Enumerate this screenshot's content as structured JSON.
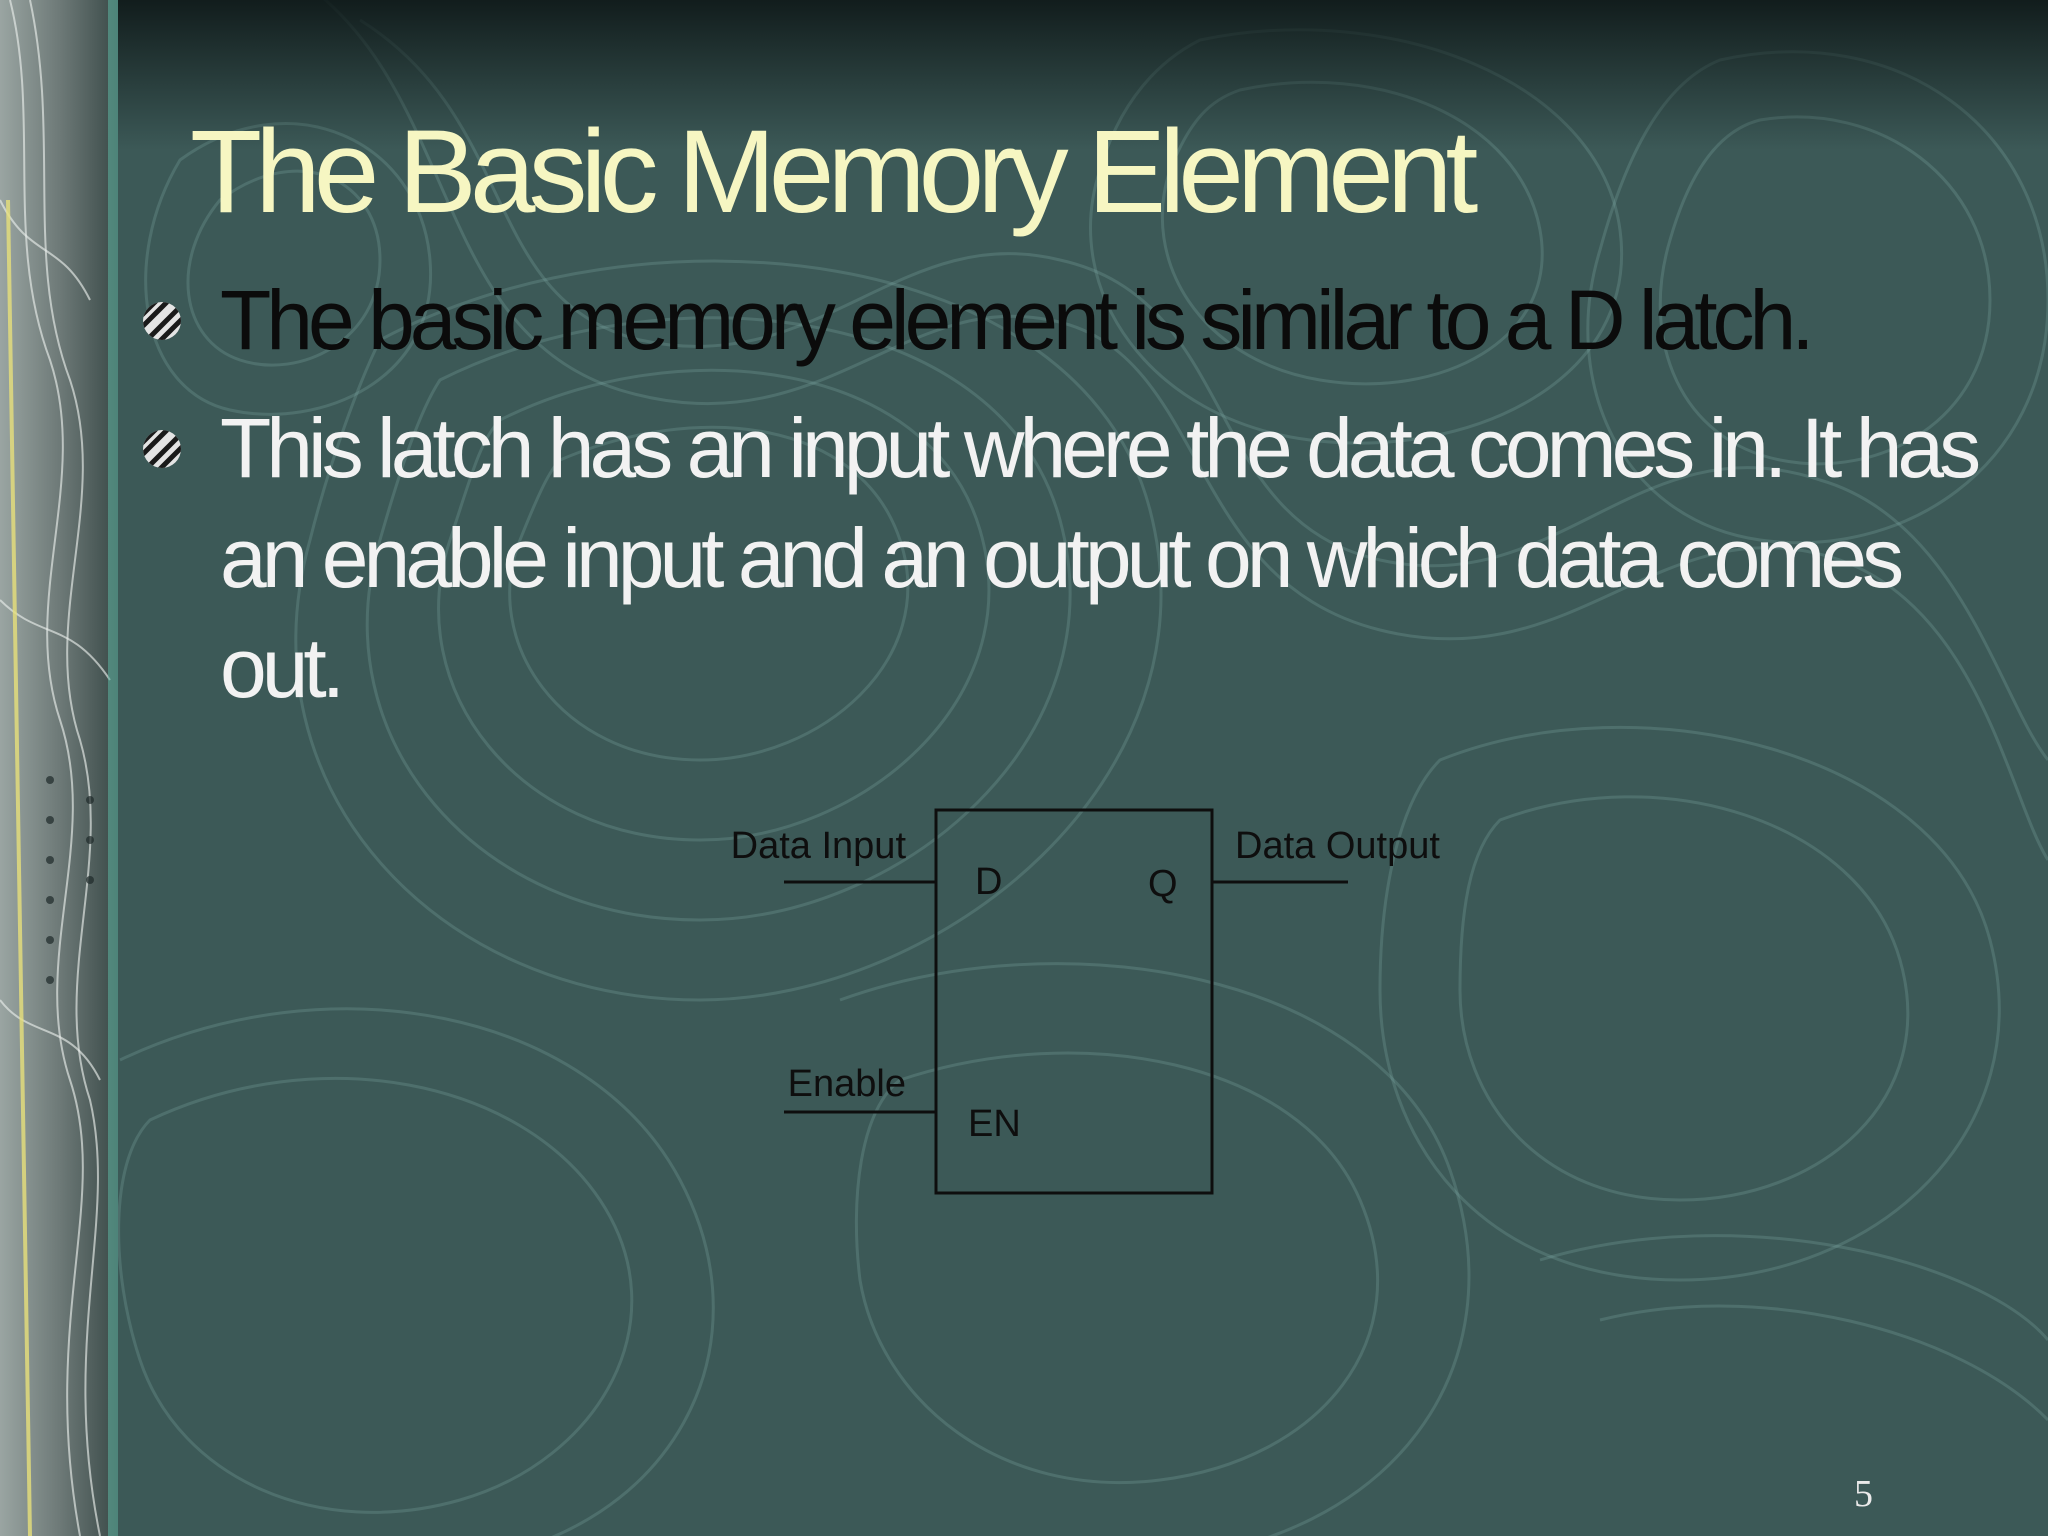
{
  "slide": {
    "title": "The Basic Memory Element",
    "bullets": [
      {
        "text": "The basic memory element is similar to a D latch."
      },
      {
        "text": "This latch has an input where the data comes in. It has an enable input and an output on which data comes out."
      }
    ],
    "page_number": "5"
  },
  "diagram": {
    "data_input_label": "Data Input",
    "data_output_label": "Data Output",
    "enable_label": "Enable",
    "pin_d": "D",
    "pin_q": "Q",
    "pin_en": "EN"
  },
  "colors": {
    "background": "#3c5957",
    "title": "#f6f6c2",
    "bullet_one_text": "#0b0b0b",
    "bullet_two_text": "#f2f2f2"
  }
}
